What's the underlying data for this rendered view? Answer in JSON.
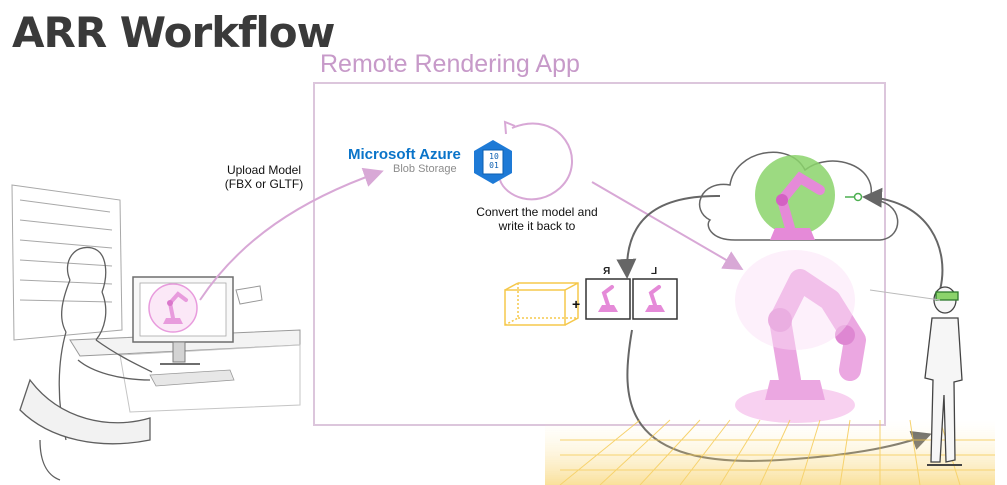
{
  "title": "ARR Workflow",
  "app_label": "Remote Rendering App",
  "upload": {
    "line1": "Upload Model",
    "line2": "(FBX or GLTF)"
  },
  "azure": {
    "name": "Microsoft Azure",
    "service": "Blob Storage",
    "icon_bits_top": "10",
    "icon_bits_bottom": "01"
  },
  "convert": {
    "line1": "Convert the model and",
    "line2": "write it back to"
  },
  "frames": {
    "plus": "+",
    "left_glyph": "R",
    "right_glyph": "L"
  },
  "colors": {
    "accent_pink": "#e58ad8",
    "arrow_pink": "#d8a8d6",
    "azure_blue": "#0a74c9",
    "green": "#8bd36b",
    "floor_yellow": "#f5c84b"
  }
}
